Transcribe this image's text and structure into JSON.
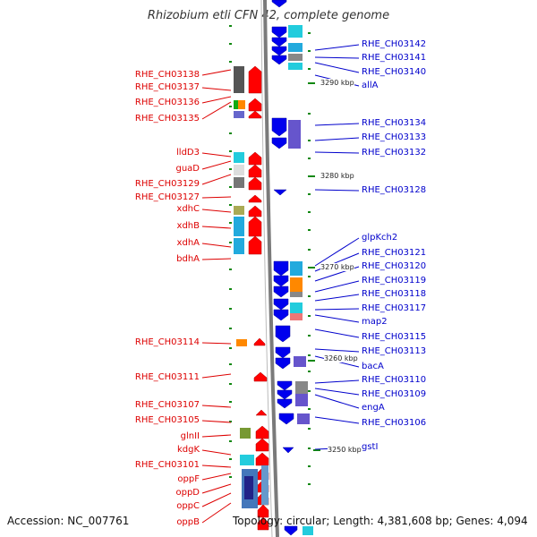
{
  "title": "Rhizobium etli CFN 42, complete genome",
  "footer": {
    "accession": "Accession: NC_007761",
    "summary": "Topology: circular; Length: 4,381,608 bp; Genes: 4,094"
  },
  "kbp_marks": [
    "3290 kbp",
    "3280 kbp",
    "3270 kbp",
    "3260 kbp",
    "3250 kbp"
  ],
  "left_labels": [
    "RHE_CH03138",
    "RHE_CH03137",
    "RHE_CH03136",
    "RHE_CH03135",
    "lldD3",
    "guaD",
    "RHE_CH03129",
    "RHE_CH03127",
    "xdhC",
    "xdhB",
    "xdhA",
    "bdhA",
    "RHE_CH03114",
    "RHE_CH03111",
    "RHE_CH03107",
    "RHE_CH03105",
    "glnII",
    "kdgK",
    "RHE_CH03101",
    "oppF",
    "oppD",
    "oppC",
    "oppB"
  ],
  "right_labels": [
    "RHE_CH03142",
    "RHE_CH03141",
    "RHE_CH03140",
    "allA",
    "RHE_CH03134",
    "RHE_CH03133",
    "RHE_CH03132",
    "RHE_CH03128",
    "glpKch2",
    "RHE_CH03121",
    "RHE_CH03120",
    "RHE_CH03119",
    "RHE_CH03118",
    "RHE_CH03117",
    "map2",
    "RHE_CH03115",
    "RHE_CH03113",
    "bacA",
    "RHE_CH03110",
    "RHE_CH03109",
    "engA",
    "RHE_CH03106",
    "gstI"
  ],
  "colors": {
    "forward_strand": "#ff0000",
    "reverse_strand": "#0000ee",
    "left_label": "#dd0000",
    "right_label": "#0000cc",
    "backbone": "#7a7a7a",
    "tick": "#118811"
  }
}
